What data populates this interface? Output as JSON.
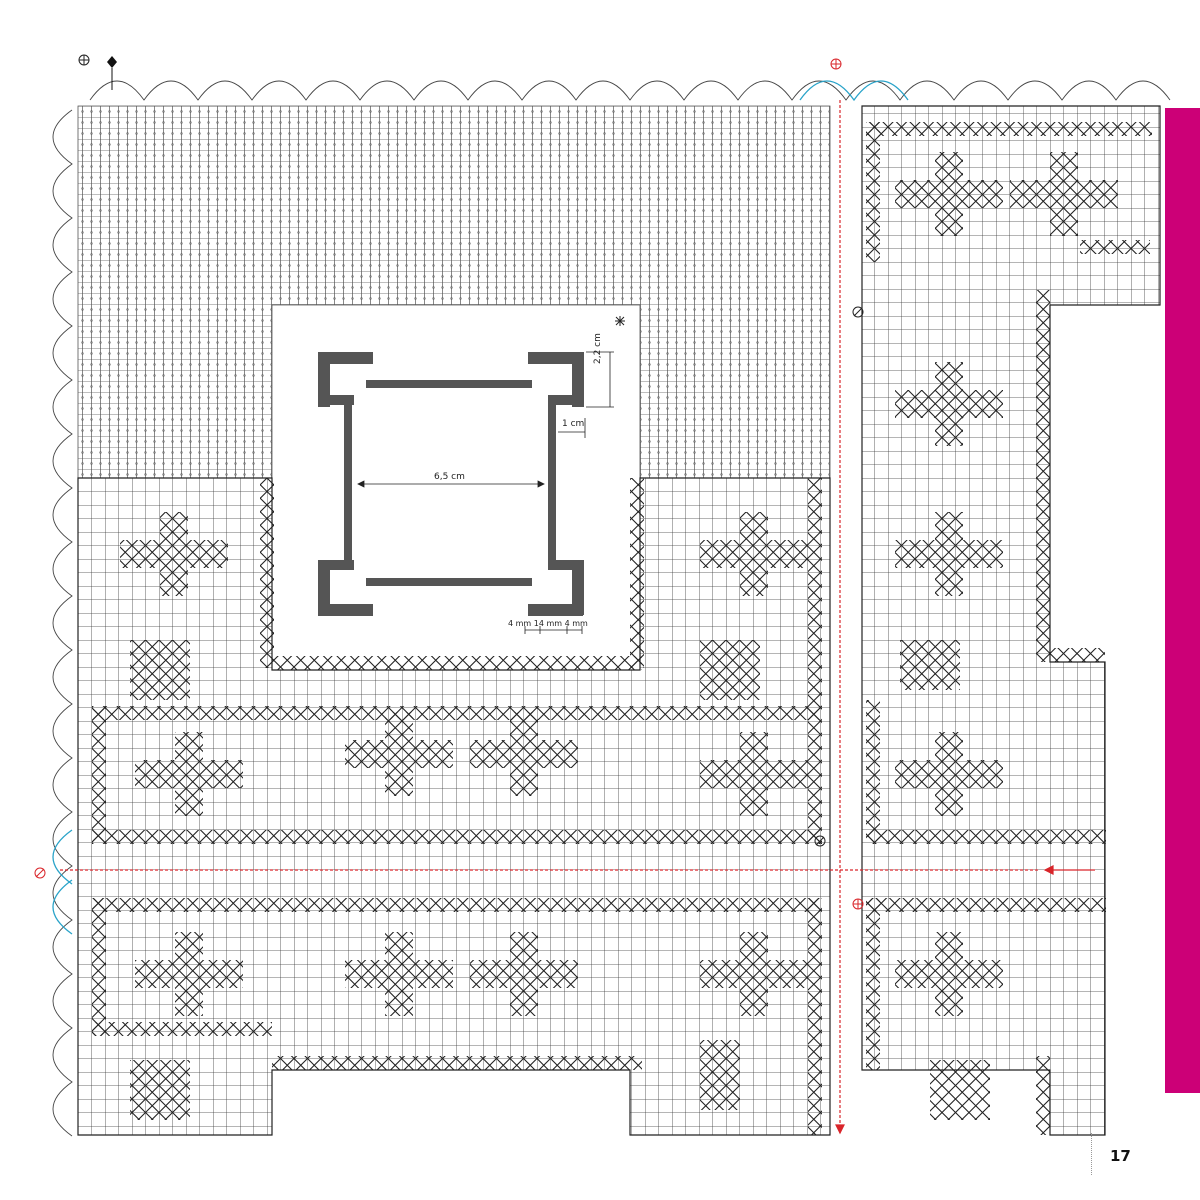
{
  "page_number": "17",
  "colors": {
    "grid": "#3a3a3a",
    "filled_block": "#222222",
    "guide_line": "#d9252a",
    "motif_highlight": "#29a3c9",
    "side_tab": "#cc0077"
  },
  "inset_dimensions": {
    "height_label": "2,2 cm",
    "width_label": "1 cm",
    "span_label": "6,5 cm",
    "segments_label": "4 mm 14 mm 4 mm"
  },
  "symbols": {
    "start_marker": "⊕",
    "direction_marker": "◆",
    "end_marker": "⊘",
    "asterisk": "✳"
  },
  "icons": [
    "start-marker-icon",
    "end-marker-icon",
    "direction-arrow-icon",
    "asterisk-icon"
  ]
}
